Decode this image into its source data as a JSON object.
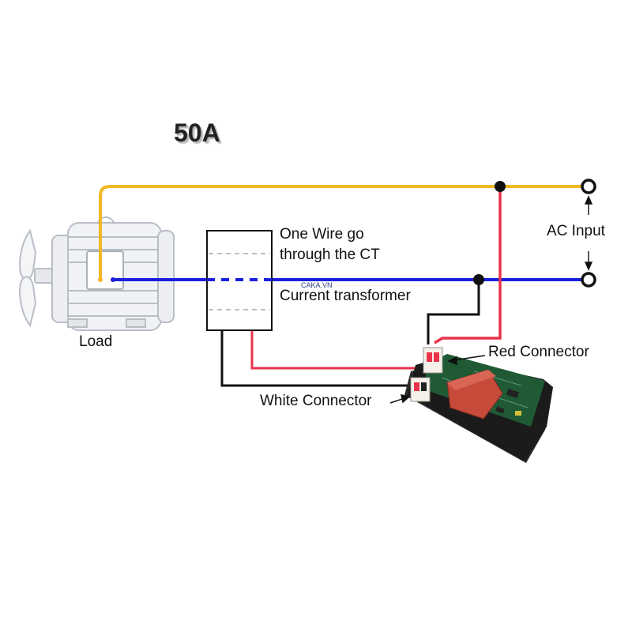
{
  "title": "50A",
  "labels": {
    "load": "Load",
    "ct_line1": "One Wire go",
    "ct_line2": "through the CT",
    "ct_name": "Current transformer",
    "ac_input": "AC Input",
    "red_connector": "Red Connector",
    "white_connector": "White Connector"
  },
  "watermark": "CAKA.VN",
  "colors": {
    "live_wire": "#f2b824",
    "neutral_wire": "#1a1fdc",
    "signal_wire_red": "#e8334a",
    "signal_wire_black": "#111111",
    "pcb_green": "#1f5a35",
    "capacitor_red": "#c64b3a"
  }
}
